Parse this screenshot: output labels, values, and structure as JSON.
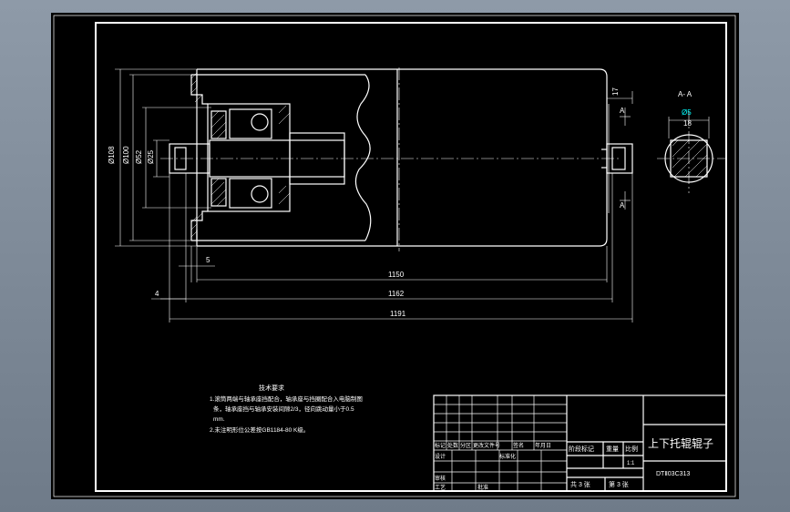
{
  "colors": {
    "background": "#000000",
    "line": "#ffffff",
    "dimension": "#00ffff",
    "chrome": "#7f8b99"
  },
  "dims": {
    "d108": "Ø108",
    "d100": "Ø100",
    "d52": "Ø52",
    "d25": "Ø25",
    "w5": "5",
    "w4": "4",
    "l1150": "1150",
    "l1162": "1162",
    "l1191": "1191",
    "t17": "17"
  },
  "section": {
    "title": "A- A",
    "cut_a_top": "A",
    "cut_a_bottom": "A",
    "dia": "Ø5",
    "width": "18"
  },
  "notes": {
    "heading": "技术要求",
    "line1": "1.滚筒两端与轴承座挡配合，轴承座与挡圈配合入电脑制图",
    "line2": "条，轴承座挡与轴承安装间隙2/3，径向跳动量小于0.5",
    "line3": "mm.",
    "line4": "2.未注明形位公差按GB1184-80 K级。"
  },
  "title_block": {
    "part_name": "上下托辊辊子",
    "drawing_no": "DTⅡ03C313",
    "revision_mark": "阶段标记",
    "weight": "重量",
    "scale": "比例",
    "scale_value": "1:1",
    "sheets": "共 3 张",
    "sheet_no": "第 3 张",
    "mark": "标记",
    "count": "处数",
    "zone": "分区",
    "change_doc": "更改文件号",
    "sign": "签名",
    "date": "年月日",
    "designer": "设计",
    "standard": "标准化",
    "checker": "审核",
    "process": "工艺",
    "approve": "批准"
  }
}
